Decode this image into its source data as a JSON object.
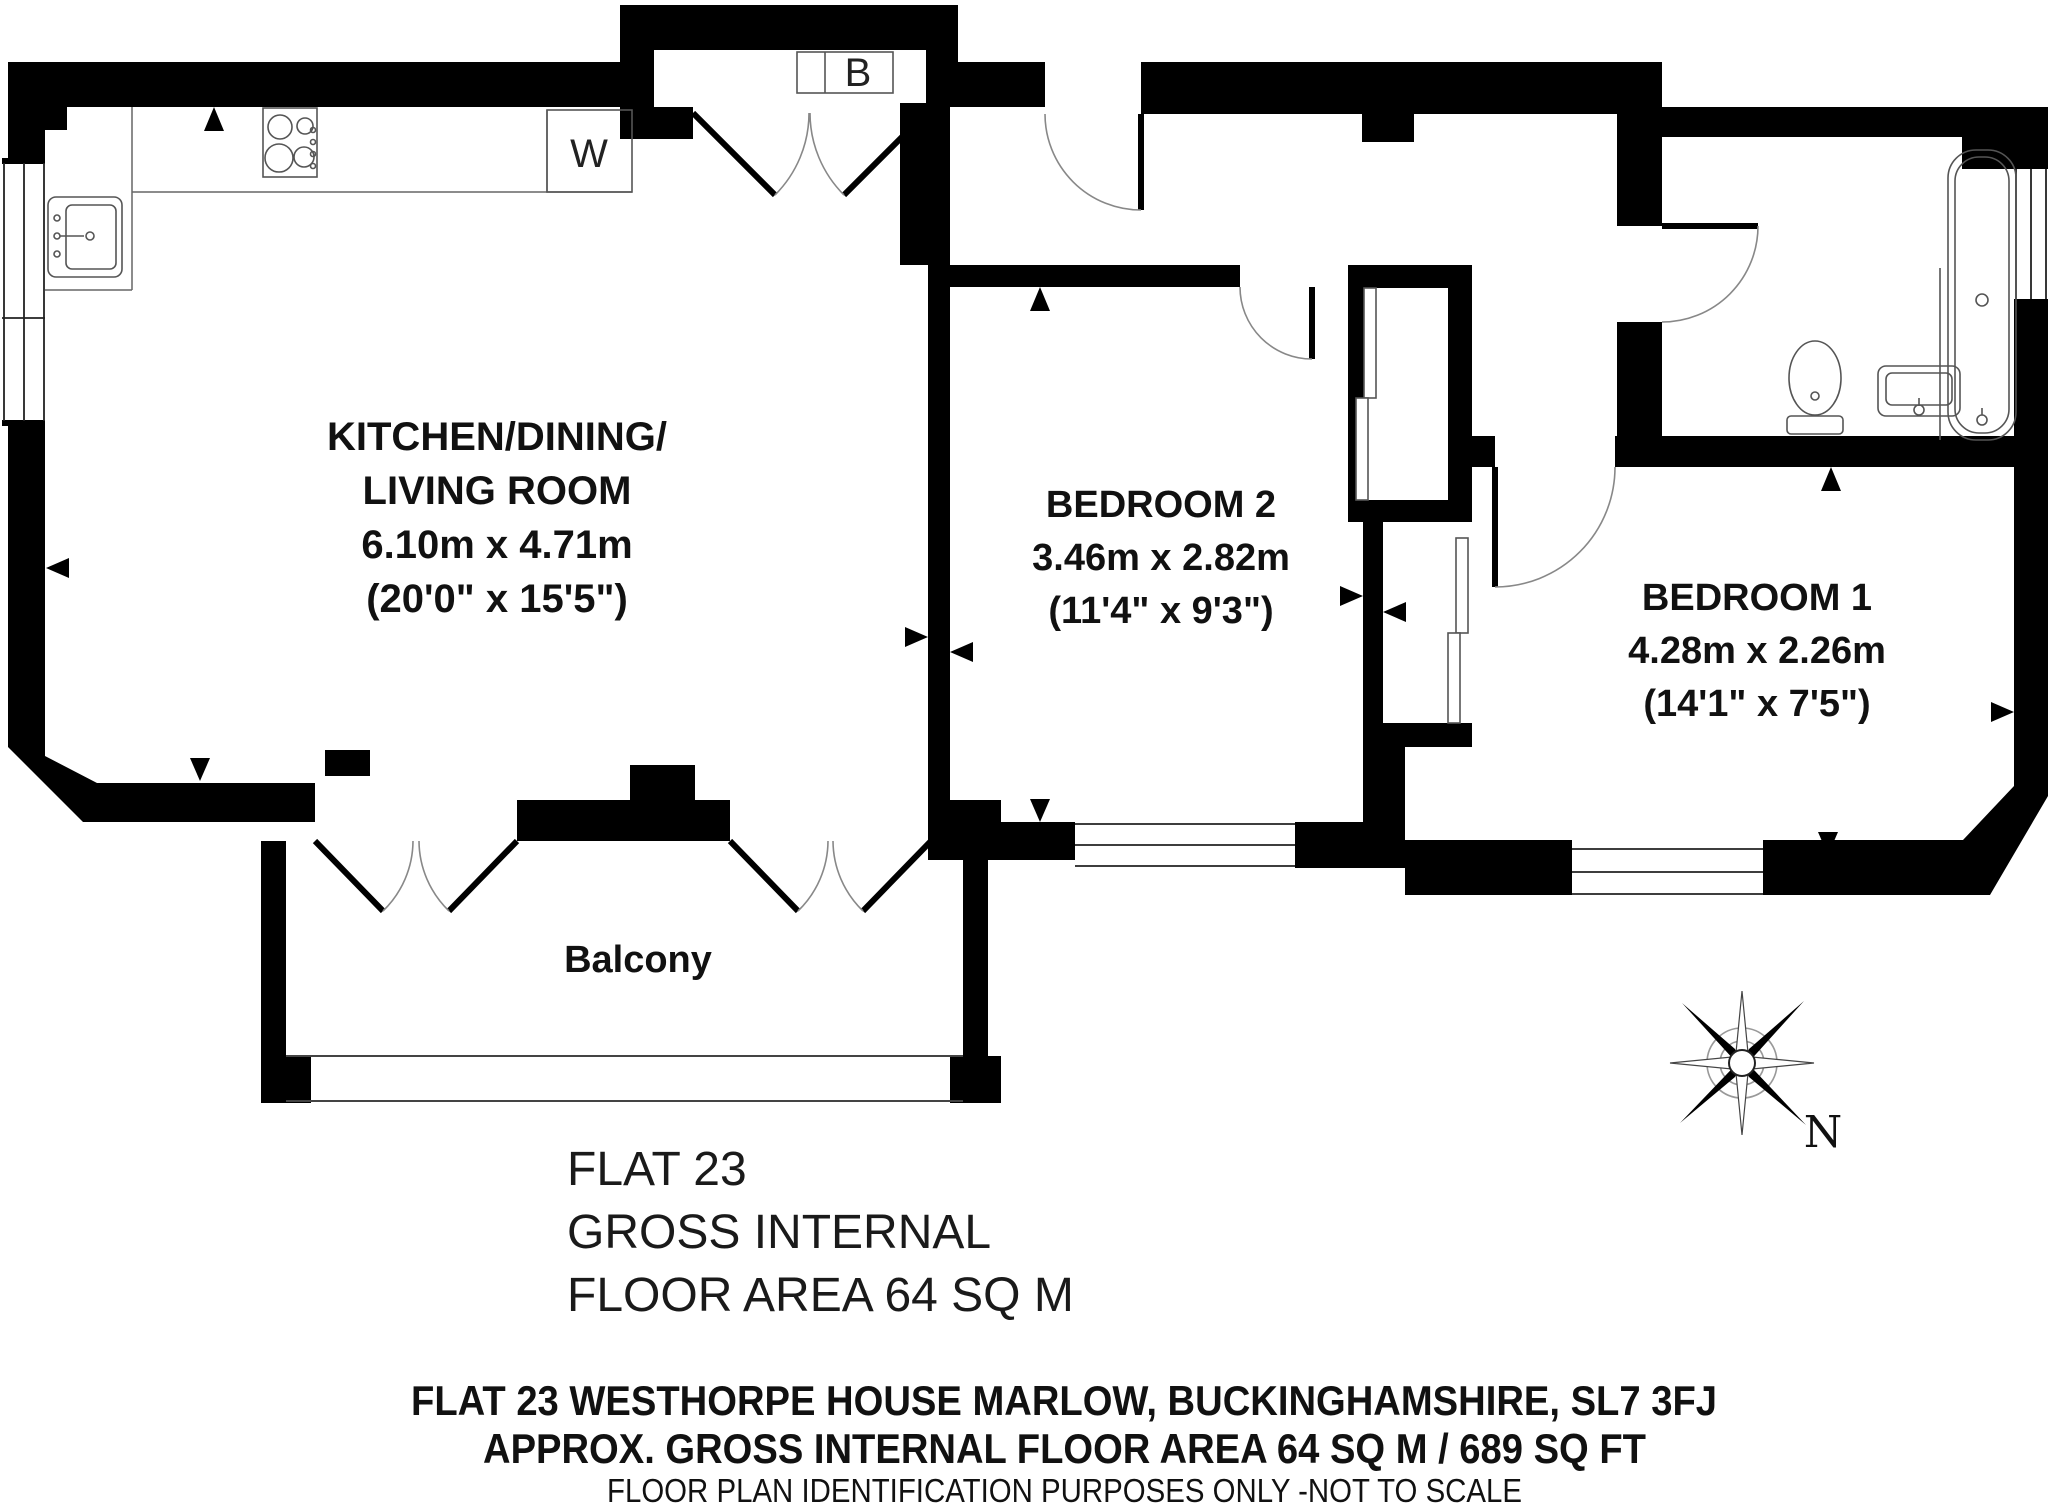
{
  "plan": {
    "rooms": {
      "living": {
        "line1": "KITCHEN/DINING/",
        "line2": "LIVING ROOM",
        "dims_m": "6.10m x 4.71m",
        "dims_ft": "(20'0\" x 15'5\")"
      },
      "bedroom2": {
        "name": "BEDROOM 2",
        "dims_m": "3.46m x 2.82m",
        "dims_ft": "(11'4\" x 9'3\")"
      },
      "bedroom1": {
        "name": "BEDROOM 1",
        "dims_m": "4.28m x 2.26m",
        "dims_ft": "(14'1\" x 7'5\")"
      },
      "balcony": {
        "name": "Balcony"
      }
    },
    "appliances": {
      "washer": "W",
      "boiler": "B"
    },
    "compass": {
      "north": "N"
    }
  },
  "summary": {
    "line1": "FLAT 23",
    "line2": "GROSS INTERNAL",
    "line3": "FLOOR AREA 64 SQ M"
  },
  "footer": {
    "address": "FLAT 23 WESTHORPE HOUSE MARLOW, BUCKINGHAMSHIRE, SL7 3FJ",
    "area": "APPROX. GROSS INTERNAL FLOOR AREA 64 SQ M / 689 SQ FT",
    "disclaimer": "FLOOR PLAN IDENTIFICATION PURPOSES ONLY -NOT TO SCALE"
  }
}
